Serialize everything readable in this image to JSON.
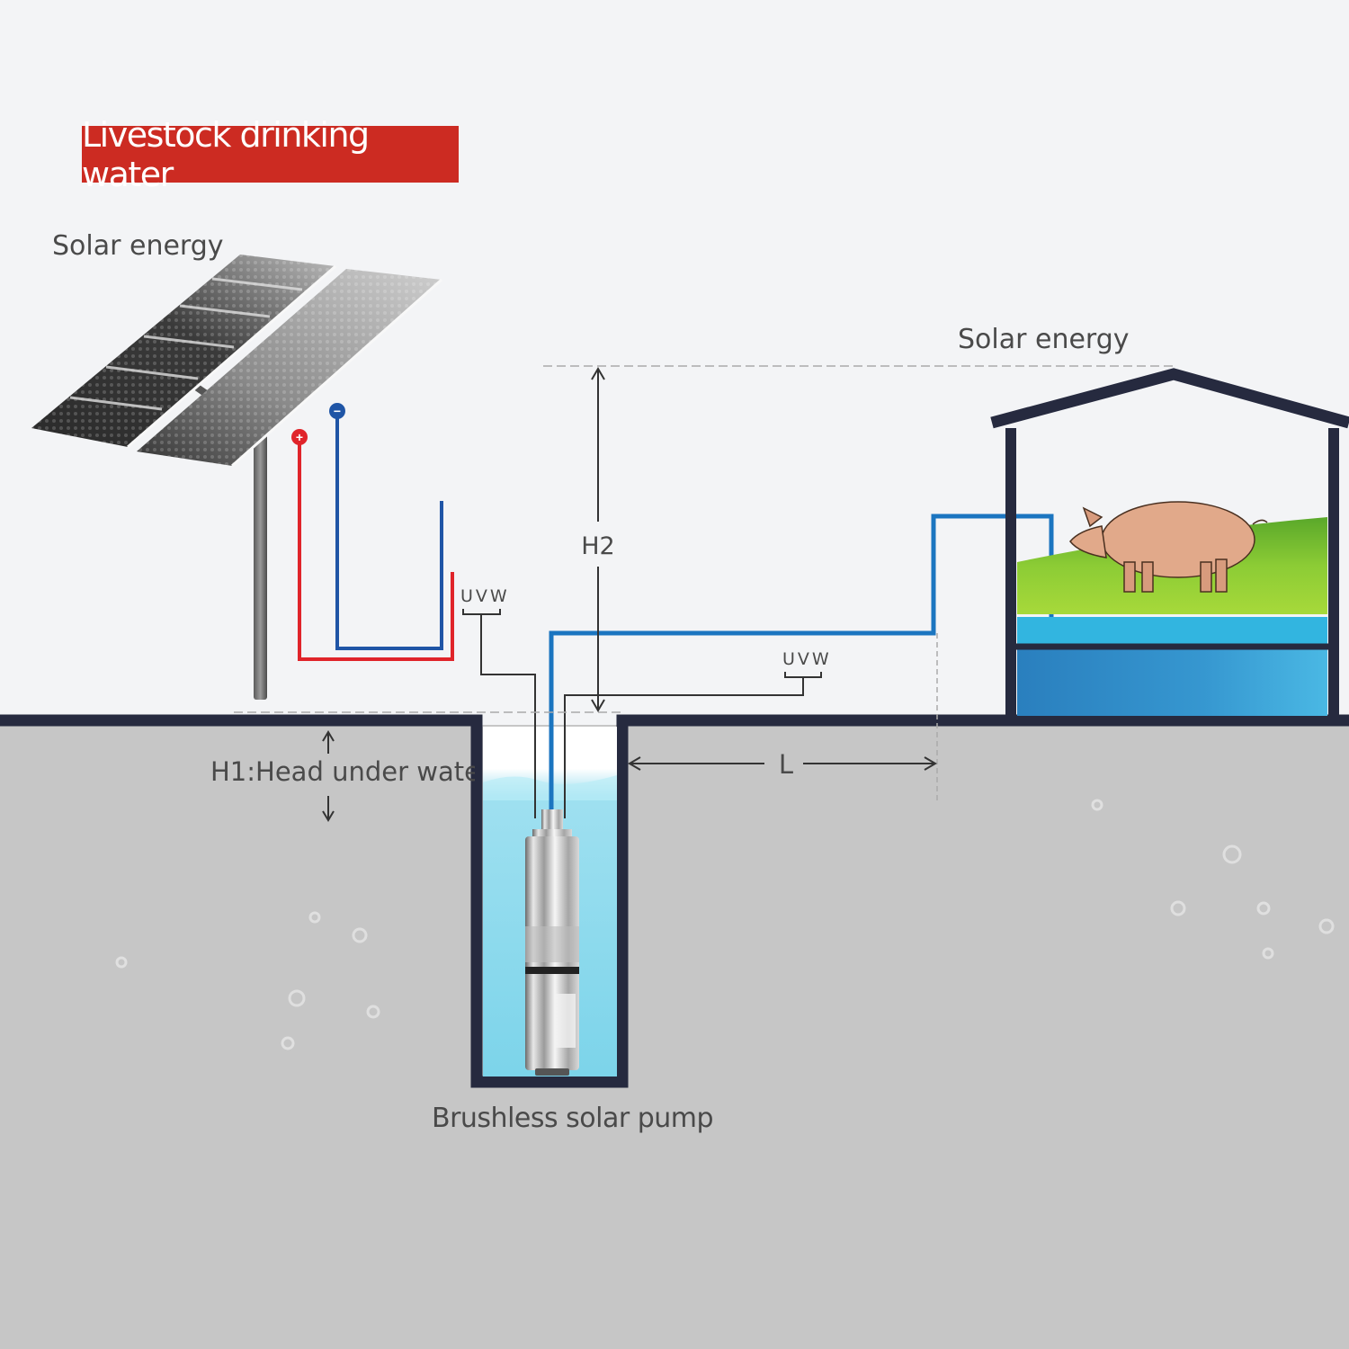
{
  "title_badge": {
    "text": "Livestock drinking water",
    "color": "#cc2b22"
  },
  "labels": {
    "solar_panel": "Solar energy",
    "barn": "Solar energy",
    "uvw_controller": "UVW",
    "uvw_pump": "UVW",
    "h2": "H2",
    "h1": "H1:Head under water",
    "length": "L",
    "pump": "Brushless solar pump"
  },
  "terminals": {
    "positive": "+",
    "negative": "−"
  },
  "colors": {
    "positive_wire": "#e0242a",
    "negative_wire": "#1f55a6",
    "water_pipe": "#1b75c0",
    "outline": "#262a3f",
    "ground": "#c6c6c6",
    "sky": "#f3f4f6",
    "well_water": "#74d3ea",
    "trough_water": "#32b5e0",
    "tank_water": "#2d8bc7",
    "grass": "#7dc42f",
    "pig": "#e1a98a"
  }
}
